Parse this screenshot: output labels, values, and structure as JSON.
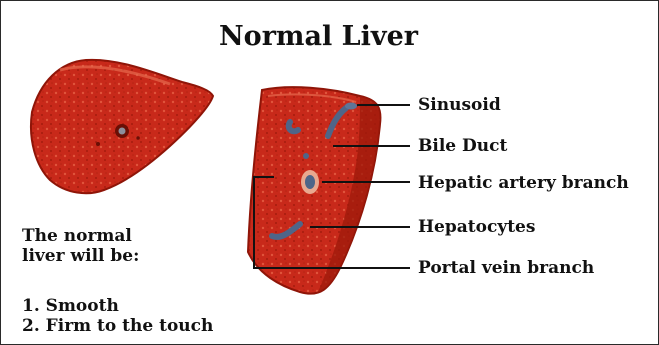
{
  "title": "Normal Liver",
  "labels": {
    "sinusoid": "Sinusoid",
    "bile_duct": "Bile Duct",
    "hepatic_artery": "Hepatic artery branch",
    "hepatocytes": "Hepatocytes",
    "portal_vein": "Portal vein branch"
  },
  "note": {
    "line1": "The normal",
    "line2": "liver will be:",
    "items": [
      "1. Smooth",
      "2. Firm to the touch"
    ]
  },
  "colors": {
    "liver": "#c8291a",
    "liver_dark": "#8f1508",
    "vessel": "#4f6588"
  }
}
